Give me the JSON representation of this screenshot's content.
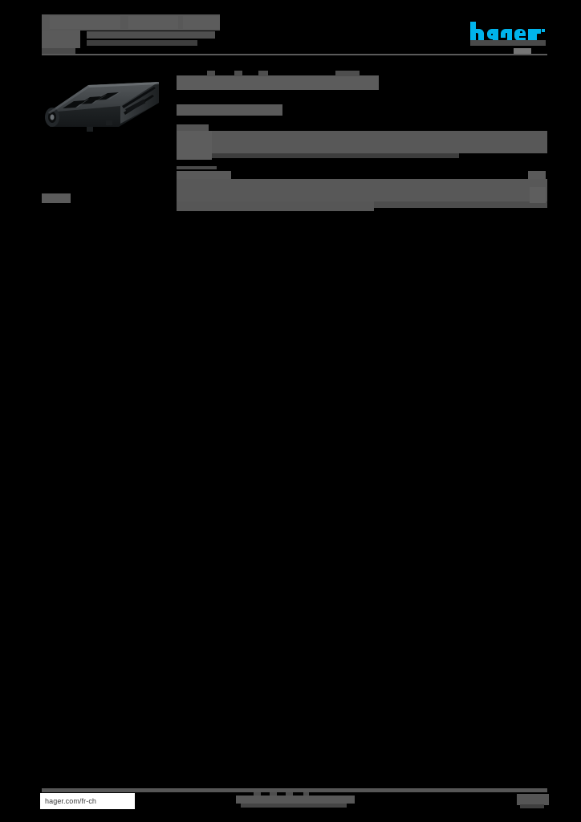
{
  "document": {
    "kind": "product-datasheet",
    "language_region": "fr-ch",
    "brand": "hager",
    "redacted": true
  },
  "colors": {
    "page_background": "#000000",
    "redaction_block": "#585858",
    "brand_cyan": "#00B4EC",
    "footer_url_box": "#FFFFFF",
    "footer_url_text": "#3A3A3A",
    "rule": "#5A5A5A"
  },
  "header": {
    "title_redacted": "",
    "subtitle_redacted": "",
    "subtitle_line2_redacted": "",
    "rule_tag_left_redacted": "",
    "rule_tag_right_redacted": "",
    "logo": {
      "name": "hager",
      "wordmark": "hager",
      "color": "#00B4EC"
    }
  },
  "left_column": {
    "product_image": {
      "alt": "product-photo",
      "description": "dark grey busbar / terminal block module",
      "body_color": "#2B2E30",
      "highlight_color": "#4A4E51",
      "shadow_color": "#121314"
    },
    "product_code_redacted": ""
  },
  "content": {
    "heading_redacted": "",
    "subheading_redacted": "",
    "spec_table_1": {
      "label_redacted": "",
      "rows": [
        {
          "key_redacted": "",
          "value_redacted": ""
        }
      ]
    },
    "spec_table_2": {
      "header_left_redacted": "",
      "header_right_redacted": "",
      "rows": [
        {
          "key_redacted": "",
          "value_redacted": ""
        },
        {
          "key_redacted": "",
          "value_redacted": ""
        }
      ]
    }
  },
  "footer": {
    "url": "hager.com/fr-ch",
    "center_redacted": "",
    "center_line2_redacted": "",
    "right_redacted": "",
    "right_line2_redacted": ""
  }
}
